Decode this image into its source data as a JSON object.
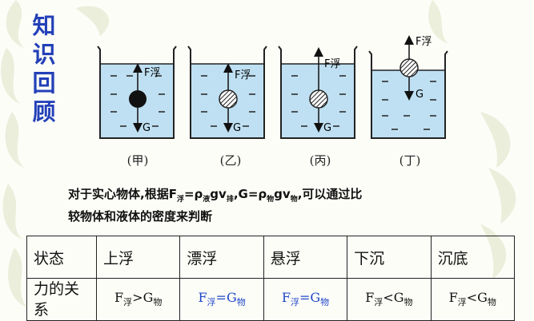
{
  "title_chars": [
    "知",
    "识",
    "回",
    "顾"
  ],
  "beakers": [
    {
      "caption": "(甲)",
      "force_up": "F浮",
      "force_down": "G"
    },
    {
      "caption": "(乙)",
      "force_up": "F浮",
      "force_down": "G"
    },
    {
      "caption": "(丙)",
      "force_up": "F浮",
      "force_down": "G"
    },
    {
      "caption": "(丁)",
      "force_up": "F浮",
      "force_down": "G"
    }
  ],
  "description": {
    "line1_a": "对于实心物体,根据F",
    "line1_sub1": "浮",
    "line1_b": "=ρ",
    "line1_sub2": "液",
    "line1_c": "gv",
    "line1_sub3": "排",
    "line1_d": ",G=ρ",
    "line1_sub4": "物",
    "line1_e": "gv",
    "line1_sub5": "物",
    "line1_f": ",可以通过比",
    "line2": "较物体和液体的密度来判断"
  },
  "table": {
    "header": [
      "状态",
      "上浮",
      "漂浮",
      "悬浮",
      "下沉",
      "沉底"
    ],
    "row_label": "力的关系",
    "cells": [
      {
        "f": "F",
        "sub": "浮",
        "op": ">G",
        "sub2": "物"
      },
      {
        "f": "F",
        "sub": "浮",
        "op": "=G",
        "sub2": "物"
      },
      {
        "f": "F",
        "sub": "浮",
        "op": "=G",
        "sub2": "物"
      },
      {
        "f": "F",
        "sub": "浮",
        "op": "<G",
        "sub2": "物"
      },
      {
        "f": "F",
        "sub": "浮",
        "op": "<G",
        "sub2": "物"
      }
    ]
  },
  "colors": {
    "title": "#2340b8",
    "water": "#bfe0f2",
    "equal_blue": "#1f47c9"
  }
}
